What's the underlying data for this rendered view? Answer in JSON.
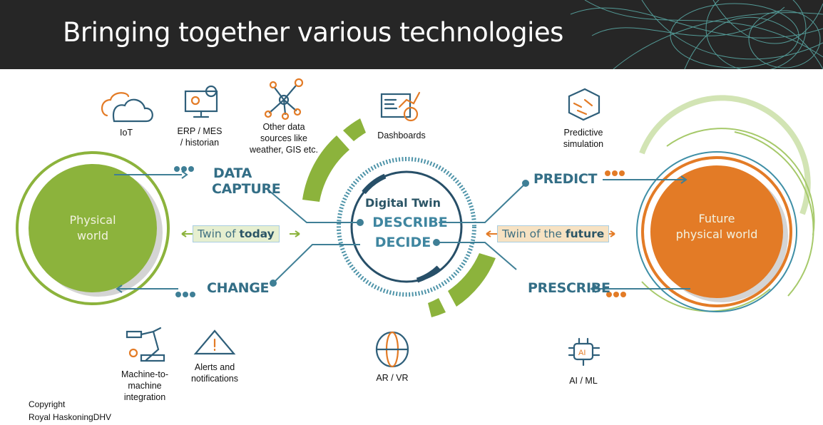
{
  "header": {
    "title": "Bringing together various technologies"
  },
  "inputs": [
    {
      "label": "IoT",
      "icon": "cloud-icon"
    },
    {
      "label_lines": [
        "ERP / MES",
        "/ historian"
      ],
      "icon": "computer-gear-icon"
    },
    {
      "label_lines": [
        "Other data",
        "sources like",
        "weather, GIS etc."
      ],
      "icon": "network-icon"
    },
    {
      "label": "Dashboards",
      "icon": "dashboard-icon"
    },
    {
      "label_lines": [
        "Predictive",
        "simulation"
      ],
      "icon": "chip-icon"
    }
  ],
  "outputs": [
    {
      "label_lines": [
        "Machine-to-",
        "machine",
        "integration"
      ],
      "icon": "robot-arm-icon"
    },
    {
      "label_lines": [
        "Alerts and",
        "notifications"
      ],
      "icon": "warning-icon"
    },
    {
      "label": "AR / VR",
      "icon": "ar-vr-icon"
    },
    {
      "label": "AI / ML",
      "icon": "ai-chip-icon"
    }
  ],
  "physical": {
    "line1": "Physical",
    "line2": "world"
  },
  "future": {
    "line1": "Future",
    "line2": "physical world"
  },
  "steps": {
    "data_capture_1": "DATA",
    "data_capture_2": "CAPTURE",
    "change": "CHANGE",
    "predict": "PREDICT",
    "prescribe": "PRESCRIBE"
  },
  "center": {
    "title": "Digital Twin",
    "describe": "DESCRIBE",
    "decide": "DECIDE"
  },
  "twin_today": {
    "prefix": "Twin of ",
    "bold": "today"
  },
  "twin_future": {
    "prefix": "Twin of the ",
    "bold": "future"
  },
  "copyright": {
    "line1": "Copyright",
    "line2": "Royal HaskoningDHV"
  },
  "colors": {
    "green": "#8cb33c",
    "orange": "#e37b26",
    "teal": "#336e86",
    "dark": "#262626"
  }
}
